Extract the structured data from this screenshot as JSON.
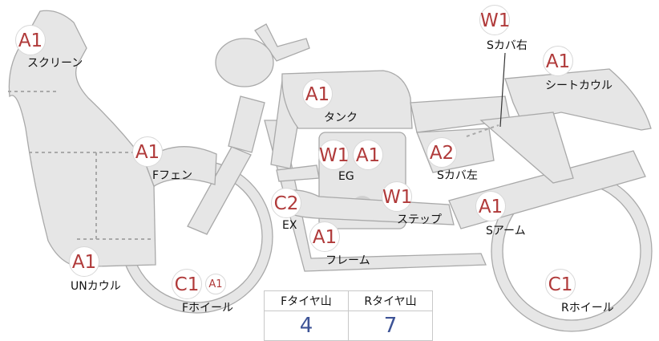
{
  "parts": {
    "screen": {
      "label": "スクリーン",
      "grade": "A1"
    },
    "tank": {
      "label": "タンク",
      "grade": "A1"
    },
    "side_cover_right": {
      "label": "Sカバ右",
      "grade": "W1"
    },
    "seat_cowl": {
      "label": "シートカウル",
      "grade": "A1"
    },
    "front_fender": {
      "label": "Fフェン",
      "grade": "A1"
    },
    "engine": {
      "label": "EG",
      "grades": [
        "W1",
        "A1"
      ]
    },
    "side_cover_left": {
      "label": "Sカバ左",
      "grade": "A2"
    },
    "exhaust": {
      "label": "EX",
      "grade": "C2"
    },
    "step": {
      "label": "ステップ",
      "grade": "W1"
    },
    "swing_arm": {
      "label": "Sアーム",
      "grade": "A1"
    },
    "frame": {
      "label": "フレーム",
      "grade": "A1"
    },
    "under_cowl": {
      "label": "UNカウル",
      "grade": "A1"
    },
    "front_wheel": {
      "label": "Fホイール",
      "grades": [
        "C1",
        "A1"
      ]
    },
    "rear_wheel": {
      "label": "Rホイール",
      "grade": "C1"
    }
  },
  "tread_table": {
    "front_header": "Fタイヤ山",
    "rear_header": "Rタイヤ山",
    "front_value": "4",
    "rear_value": "7"
  }
}
